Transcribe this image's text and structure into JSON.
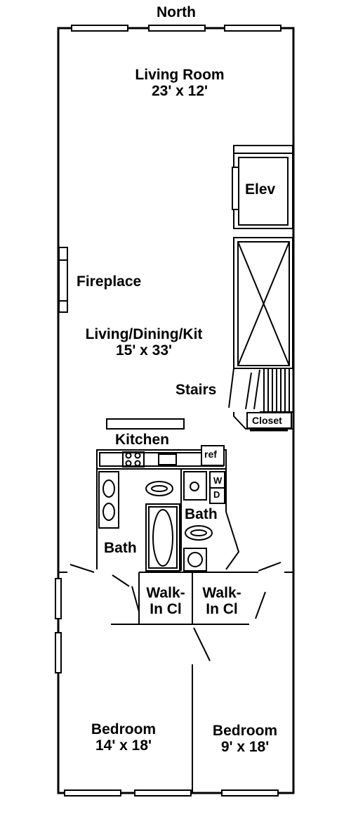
{
  "compass": "North",
  "rooms": {
    "living_room": {
      "name": "Living Room",
      "size": "23' x 12'"
    },
    "elevator": {
      "name": "Elev"
    },
    "fireplace": {
      "name": "Fireplace"
    },
    "living_dining_kit": {
      "name": "Living/Dining/Kit",
      "size": "15' x 33'"
    },
    "stairs": {
      "name": "Stairs"
    },
    "closet": {
      "name": "Closet"
    },
    "kitchen": {
      "name": "Kitchen"
    },
    "refrigerator": {
      "name": "ref"
    },
    "washer_dryer": {
      "washer": "W",
      "dryer": "D"
    },
    "bath_right": {
      "name": "Bath"
    },
    "bath_left": {
      "name": "Bath"
    },
    "walk_in_left": {
      "line1": "Walk-",
      "line2": "In Cl"
    },
    "walk_in_right": {
      "line1": "Walk-",
      "line2": "In Cl"
    },
    "bedroom_left": {
      "name": "Bedroom",
      "size": "14' x 18'"
    },
    "bedroom_right": {
      "name": "Bedroom",
      "size": "9' x 18'"
    }
  },
  "colors": {
    "line": "#000000",
    "background": "#ffffff"
  }
}
